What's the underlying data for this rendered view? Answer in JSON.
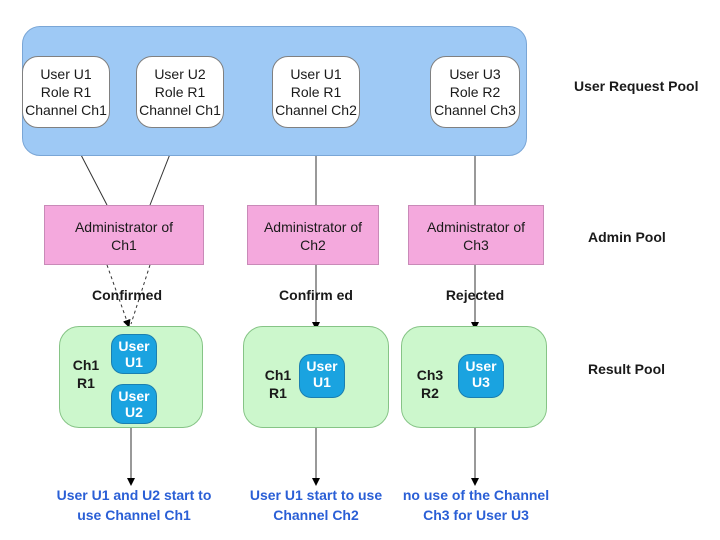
{
  "pools": {
    "user_request": "User Request  Pool",
    "admin": "Admin  Pool",
    "result": "Result  Pool"
  },
  "requests": [
    {
      "user": "User  U1",
      "role": "Role R1",
      "channel": "Channel Ch1"
    },
    {
      "user": "User  U2",
      "role": "Role R1",
      "channel": "Channel Ch1"
    },
    {
      "user": "User  U1",
      "role": "Role R1",
      "channel": "Channel Ch2"
    },
    {
      "user": "User  U3",
      "role": "Role R2",
      "channel": "Channel Ch3"
    }
  ],
  "admins": [
    {
      "line1": "Administrator of",
      "line2": "Ch1"
    },
    {
      "line1": "Administrator of",
      "line2": "Ch2"
    },
    {
      "line1": "Administrator of",
      "line2": "Ch3"
    }
  ],
  "statuses": [
    "Confirmed",
    "Confirm ed",
    "Rejected"
  ],
  "results": [
    {
      "channel": "Ch1",
      "role": "R1",
      "users": [
        {
          "a": "User",
          "b": "U1"
        },
        {
          "a": "User",
          "b": "U2"
        }
      ]
    },
    {
      "channel": "Ch1",
      "role": "R1",
      "users": [
        {
          "a": "User",
          "b": "U1"
        }
      ]
    },
    {
      "channel": "Ch3",
      "role": "R2",
      "users": [
        {
          "a": "User",
          "b": "U3"
        }
      ]
    }
  ],
  "outcomes": [
    {
      "line1": "User U1 and U2 start to",
      "line2": "use Channel Ch1"
    },
    {
      "line1": "User U1  start to use",
      "line2": "Channel Ch2"
    },
    {
      "line1": "no use of the Channel",
      "line2": "Ch3 for User U3"
    }
  ],
  "colors": {
    "user_pool": "#9ec9f5",
    "admin_box": "#f4a9dd",
    "result_box": "#ccf7cc",
    "user_chip": "#1aa3e0",
    "outcome_text": "#2a5fd6"
  }
}
